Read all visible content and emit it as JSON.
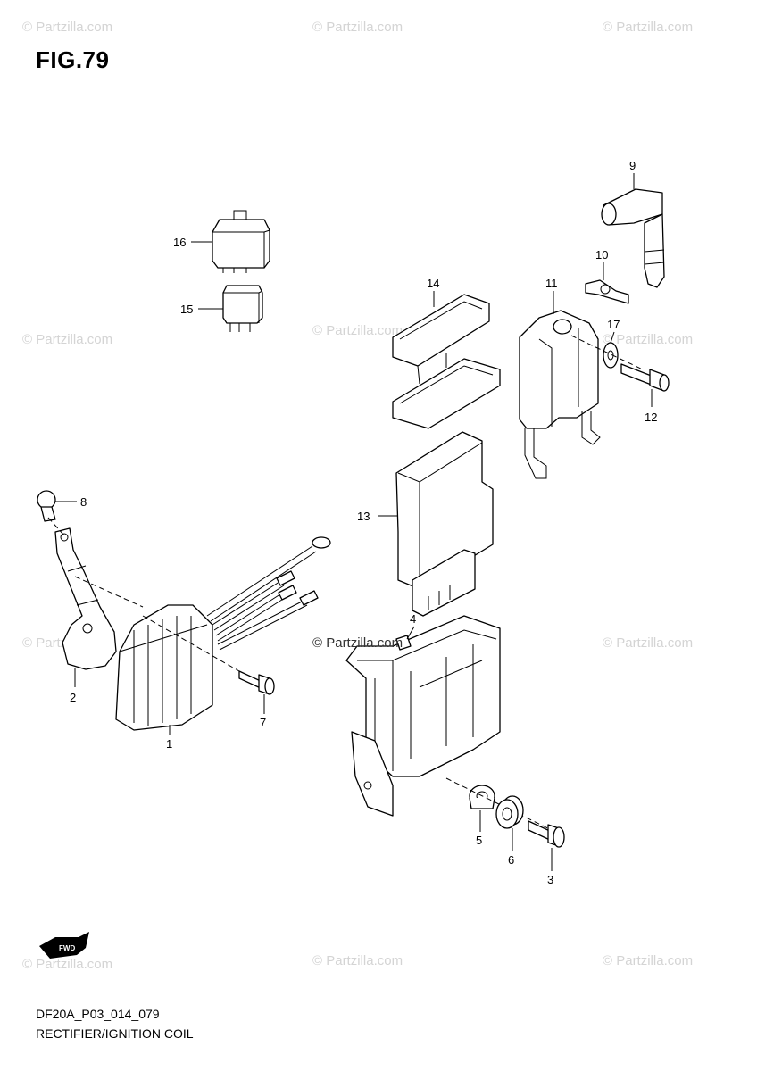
{
  "figure_title": "FIG.79",
  "watermark": {
    "text": "© Partzilla.com",
    "center_text": "© Partzilla.com"
  },
  "footer": {
    "code": "DF20A_P03_014_079",
    "caption": "RECTIFIER/IGNITION COIL"
  },
  "fwd_badge": "FWD",
  "callouts": {
    "p1": "1",
    "p2": "2",
    "p3": "3",
    "p4": "4",
    "p5": "5",
    "p6": "6",
    "p7": "7",
    "p8": "8",
    "p9": "9",
    "p10": "10",
    "p11": "11",
    "p12": "12",
    "p13": "13",
    "p14": "14",
    "p15": "15",
    "p16": "16",
    "p17": "17"
  }
}
